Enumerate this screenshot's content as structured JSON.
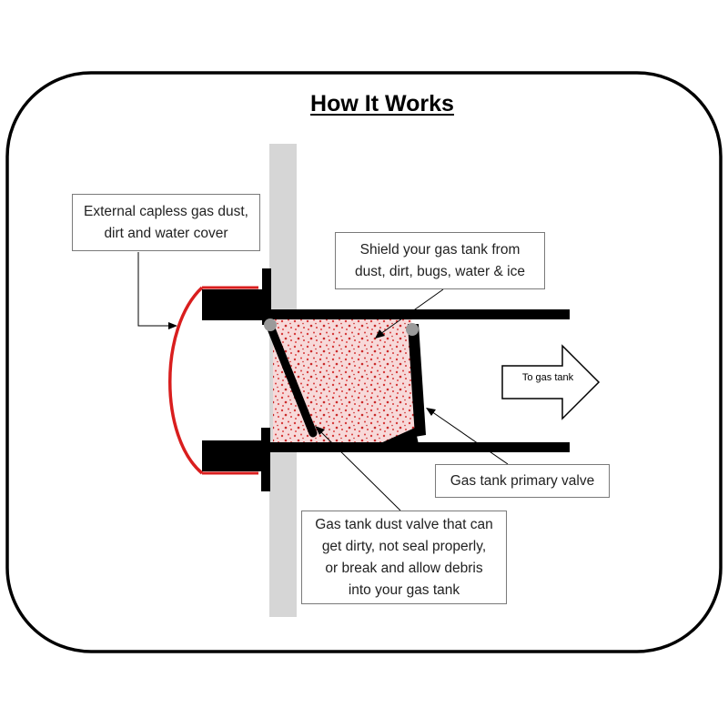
{
  "title": "How It Works",
  "callouts": {
    "cover": [
      "External capless gas dust,",
      "dirt and water cover"
    ],
    "shield": [
      "Shield your gas tank from",
      "dust, dirt, bugs, water & ice"
    ],
    "primary": [
      "Gas tank primary valve"
    ],
    "dust": [
      "Gas tank dust valve that can",
      "get dirty, not seal properly,",
      "or break and allow debris",
      "into your gas tank"
    ]
  },
  "arrow_label": "To gas tank",
  "colors": {
    "outline": "#000000",
    "wall": "#d6d6d6",
    "cover_red": "#d91e1e",
    "fill_pink": "#f5d2d2",
    "speckle": "#d63a3a",
    "hinge": "#9a9a9a"
  }
}
